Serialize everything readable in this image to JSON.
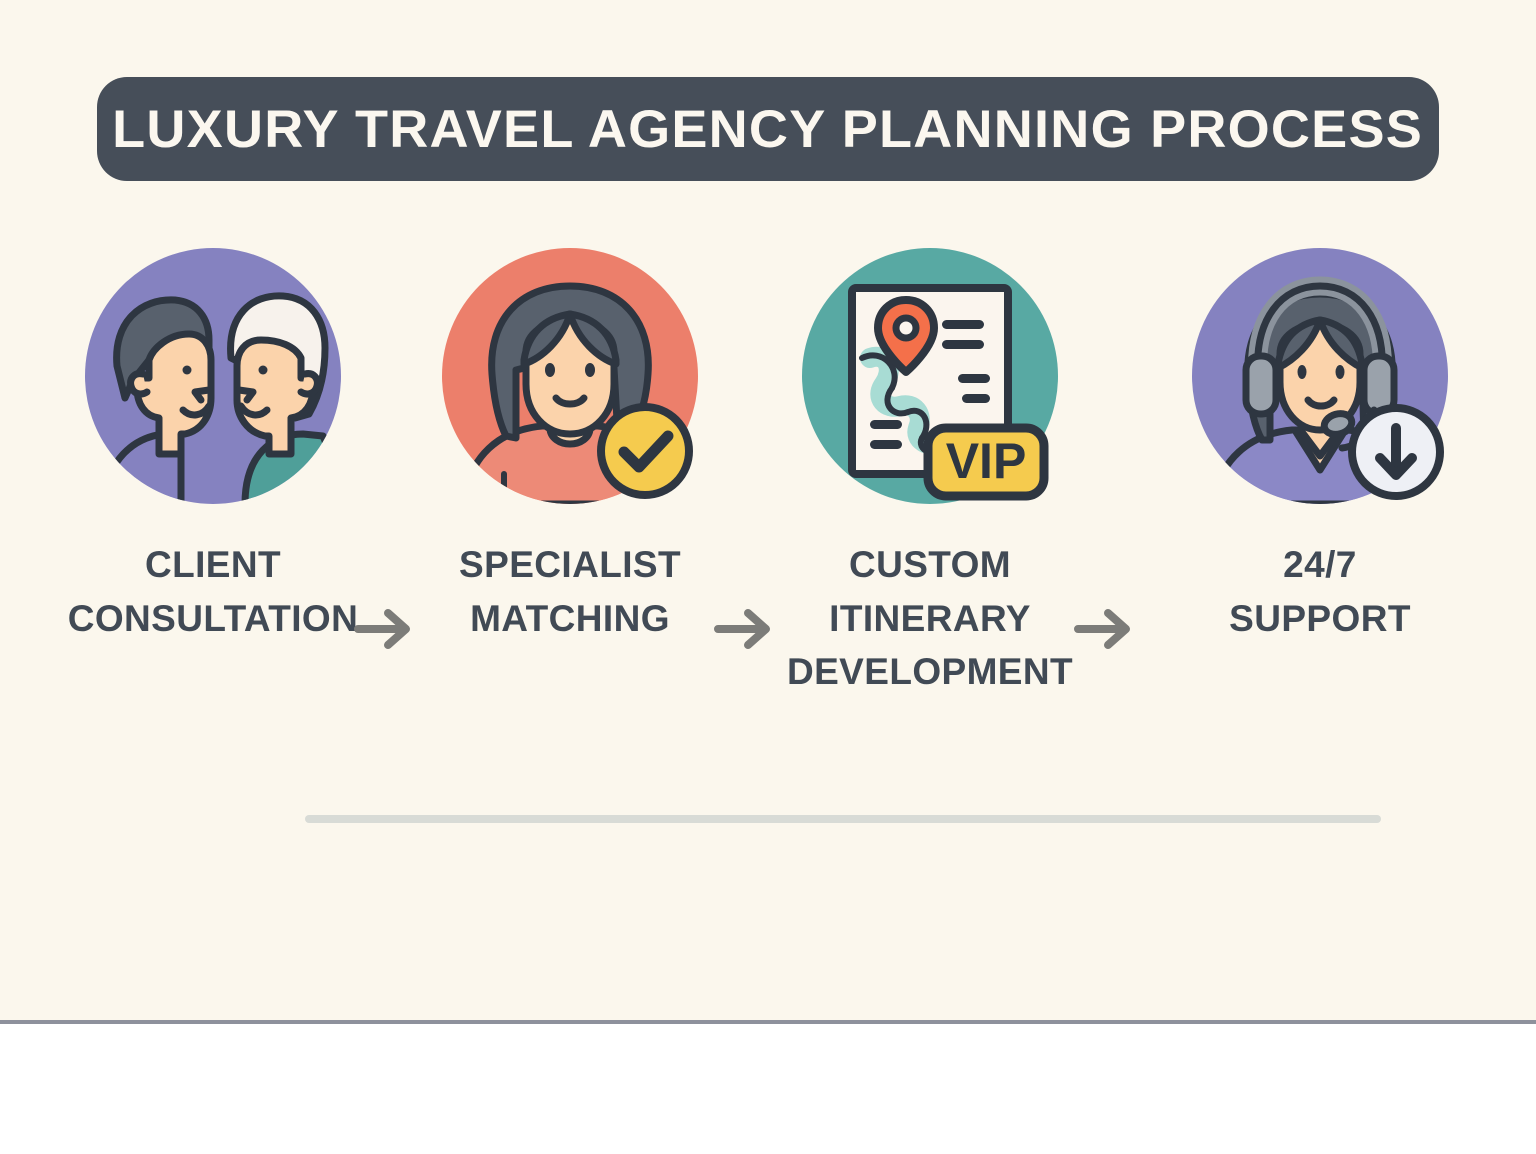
{
  "header": {
    "title": "LUXURY TRAVEL AGENCY PLANNING PROCESS",
    "banner_color": "#464e59",
    "banner_text_color": "#fbf7ef"
  },
  "canvas": {
    "background_color": "#fbf7ed",
    "outer_background_color": "#ffffff",
    "bottom_border_color": "#8e919c"
  },
  "divider": {
    "color": "#d8dbd6"
  },
  "steps": [
    {
      "index": "1",
      "label": "CLIENT\nCONSULTATION",
      "icon": "two-people-conversation-icon",
      "circle_color": "#8582c0",
      "accent_color": "#4f9f99"
    },
    {
      "index": "2",
      "label": "SPECIALIST\nMATCHING",
      "icon": "specialist-person-check-icon",
      "circle_color": "#ec7f6b",
      "badge": "check-badge",
      "badge_color": "#f5cb4e"
    },
    {
      "index": "3",
      "label": "CUSTOM\nITINERARY\nDEVELOPMENT",
      "icon": "itinerary-map-document-icon",
      "circle_color": "#58a9a3",
      "badge": "vip-badge",
      "badge_text": "VIP",
      "badge_color": "#f5cb4e",
      "pin_color": "#f4704a",
      "route_color": "#a8dcd4"
    },
    {
      "index": "4",
      "label": "24/7\nSUPPORT",
      "icon": "support-headset-agent-icon",
      "circle_color": "#8582c0",
      "badge": "clock-arrow-badge",
      "badge_color": "#eef0f5"
    }
  ],
  "arrows": [
    {
      "name": "arrow-step1-to-step2",
      "color": "#7c7c79"
    },
    {
      "name": "arrow-step2-to-step3",
      "color": "#7c7c79"
    },
    {
      "name": "arrow-step3-to-step4",
      "color": "#7c7c79"
    }
  ],
  "palette": {
    "outline": "#2e3641",
    "skin": "#fbd3ab",
    "hair_dark": "#58616d",
    "hair_light": "#f7f2ec",
    "paper": "#fbf5ee"
  }
}
